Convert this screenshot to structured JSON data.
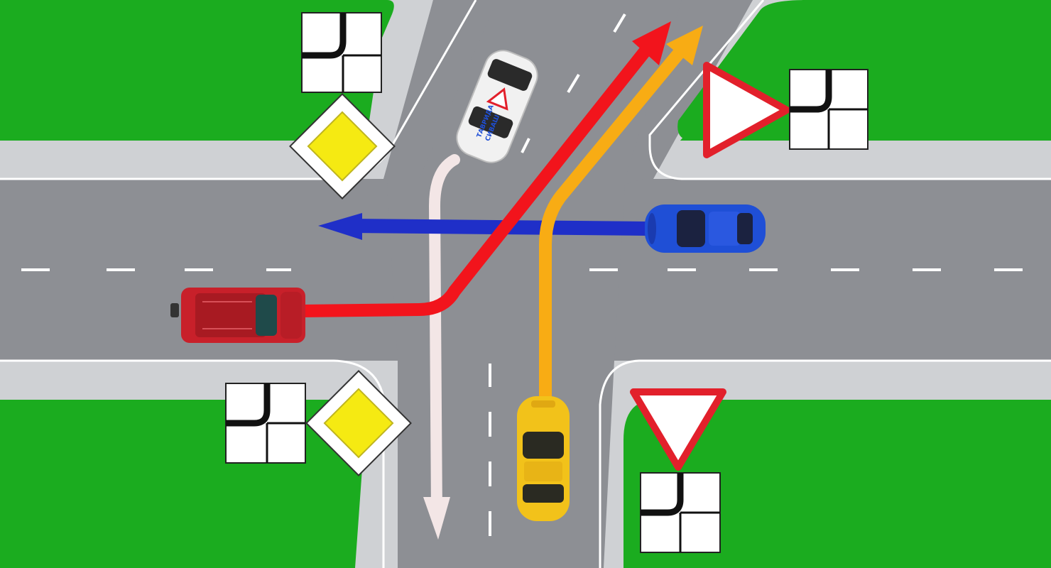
{
  "colors": {
    "grass": "#1bac1f",
    "asphalt": "#8d8f94",
    "sidewalk": "#cfd1d4",
    "curb_line": "#ffffff",
    "main_road_sign_fill": "#f5ea12",
    "yield_sign_border": "#e2202b",
    "arrow_red": "#f2141c",
    "arrow_orange": "#f8ac14",
    "arrow_blue": "#1f2fc8",
    "arrow_white": "#f3e6e6",
    "car_red": "#c8202a",
    "car_blue": "#1f4fd6",
    "car_yellow": "#f2c21a",
    "car_white": "#f1f1f1"
  },
  "signs": [
    {
      "type": "main-road",
      "icon": "main-road-diamond-icon"
    },
    {
      "type": "main-road",
      "icon": "main-road-diamond-icon"
    },
    {
      "type": "yield",
      "icon": "yield-triangle-icon"
    },
    {
      "type": "yield",
      "icon": "yield-triangle-icon"
    },
    {
      "type": "main-road-direction-plate",
      "icon": "main-road-direction-plate-icon"
    }
  ],
  "vehicles": [
    {
      "color": "red",
      "icon": "red-suv-icon"
    },
    {
      "color": "blue",
      "icon": "blue-car-icon"
    },
    {
      "color": "yellow",
      "icon": "yellow-car-icon"
    },
    {
      "color": "white",
      "icon": "white-car-icon",
      "lettering": [
        "ТАВРИДА",
        "СИВАШ"
      ]
    }
  ]
}
